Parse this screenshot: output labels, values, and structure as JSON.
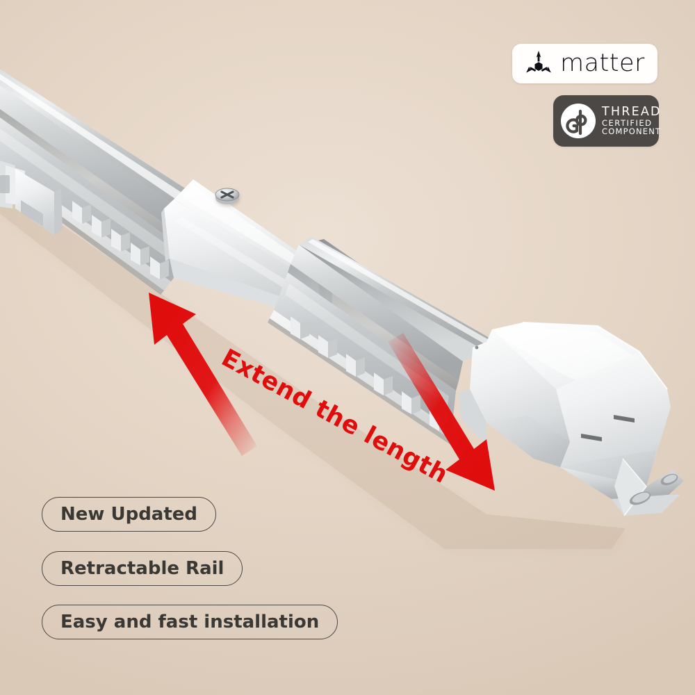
{
  "background": {
    "color": "#e3d4c5",
    "highlight": "#ece0d4"
  },
  "certifications": [
    {
      "id": "matter",
      "name": "matter",
      "icon": "matter-logo-icon",
      "background": "#fffefd",
      "text_color": "#0d0d14"
    },
    {
      "id": "thread",
      "line1": "THREAD",
      "line2": "CERTIFIED",
      "line3": "COMPONENT",
      "icon": "thread-group-logo-icon",
      "background": "#4b4846",
      "text_color": "#ffffff"
    }
  ],
  "annotation": {
    "extend_label": "Extend the length",
    "color": "#e00d0d",
    "arrow_left": {
      "name": "extend-arrow-left",
      "direction": "up-left",
      "color": "#e00d0d"
    },
    "arrow_right": {
      "name": "extend-arrow-right",
      "direction": "down-right",
      "color": "#e00d0d"
    }
  },
  "features": [
    {
      "label": "New Updated"
    },
    {
      "label": "Retractable Rail"
    },
    {
      "label": "Easy and fast installation"
    }
  ],
  "product": {
    "name": "retractable-curtain-track-motor",
    "rail_color": "#b9bcbd",
    "housing_color": "#f4f5f6",
    "parts": [
      {
        "name": "aluminium-curtain-rail-upper"
      },
      {
        "name": "connector-sleeve"
      },
      {
        "name": "connector-screw"
      },
      {
        "name": "aluminium-curtain-rail-lower"
      },
      {
        "name": "motor-housing"
      },
      {
        "name": "mounting-bracket"
      },
      {
        "name": "curtain-runner-clips"
      }
    ]
  }
}
